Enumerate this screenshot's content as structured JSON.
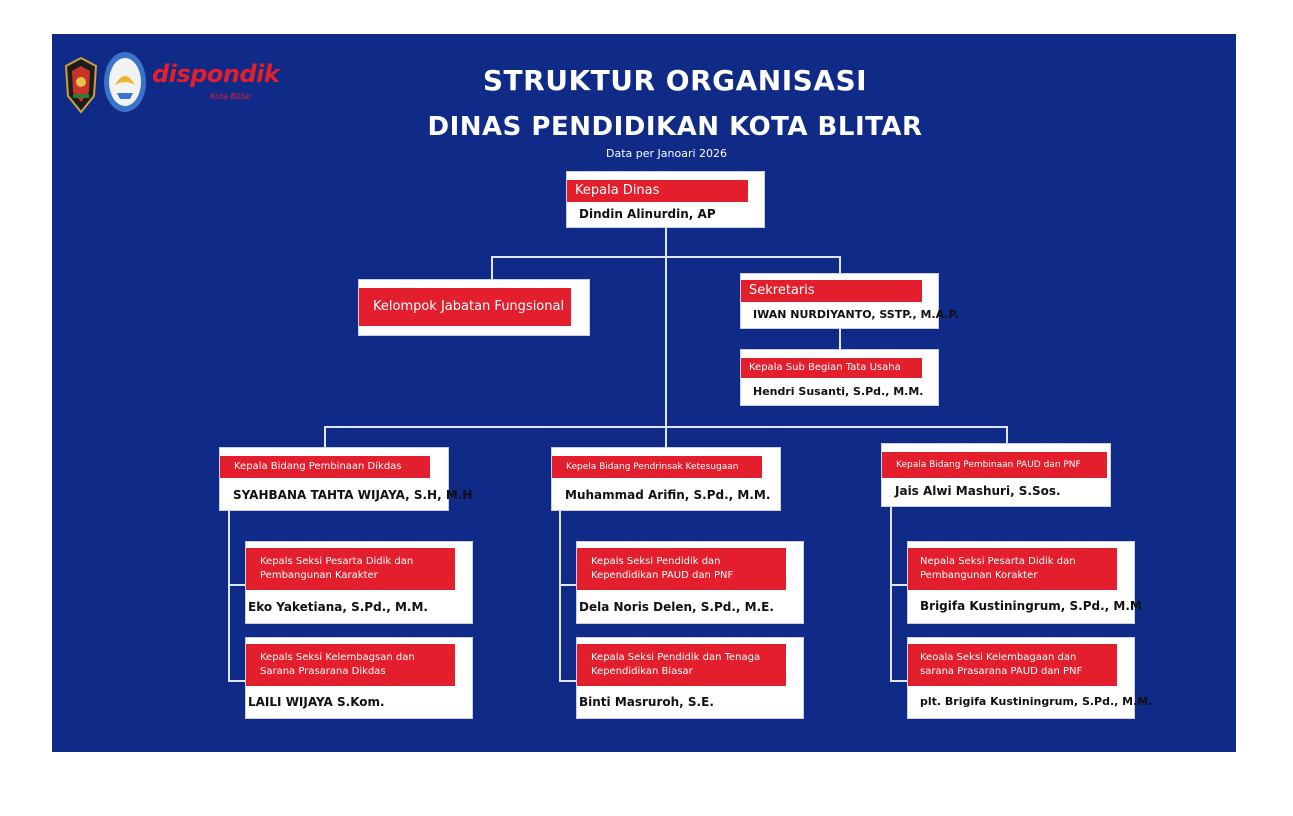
{
  "header": {
    "title_line1": "STRUKTUR ORGANISASI",
    "title_line2": "DINAS PENDIDIKAN KOTA BLITAR",
    "subtitle": "Data per Janoari 2026",
    "brand_name": "dispondik",
    "brand_sub": "Kota Blitar"
  },
  "colors": {
    "background": "#102a88",
    "label_red": "#e31f2d",
    "box_white": "#ffffff"
  },
  "icons": [
    "kota-blitar-seal-icon",
    "tut-wuri-handayani-icon"
  ],
  "org": {
    "kepala_dinas": {
      "title": "Kepala Dinas",
      "name": "Dindin Alinurdin, AP"
    },
    "fungsional": {
      "title": "Kelompok Jabatan Fungsional"
    },
    "sekretaris": {
      "title": "Sekretaris",
      "name": "IWAN NURDIYANTO, SSTP., M.A.P."
    },
    "subbag": {
      "title": "Kepala Sub Begian Tata Usaha",
      "name": "Hendri Susanti, S.Pd., M.M."
    },
    "bidang1": {
      "title": "Kepala Bidang Pembinaan Dikdas",
      "name": "SYAHBANA TAHTA WIJAYA, S.H, M.H"
    },
    "bidang2": {
      "title": "Kepela Bidang Pendrinsak Ketesugaan",
      "name": "Muhammad Arifin, S.Pd., M.M."
    },
    "bidang3": {
      "title": "Kepala Bidang Pembinaan PAUD dan PNF",
      "name": "Jais Alwi Mashuri, S.Sos."
    },
    "seksi1a": {
      "title": "Kepals Seksi Pesarta Didik dan Pembangunan Karakter",
      "name": "Eko Yaketiana, S.Pd., M.M."
    },
    "seksi1b": {
      "title": "Kepals Seksi Kelembagsan dan Sarana Prasarana Dikdas",
      "name": "LAILI WIJAYA S.Kom."
    },
    "seksi2a": {
      "title": "Kepals Seksi Pendidik dan Kependidikan PAUD dan PNF",
      "name": "Dela Noris Delen, S.Pd., M.E."
    },
    "seksi2b": {
      "title": "Kepala Seksi Pendidik dan Tenaga Kependidikan Biasar",
      "name": "Binti Masruroh, S.E."
    },
    "seksi3a": {
      "title": "Nepala Seksi Pesarta Didik dan Pembangunan Korakter",
      "name": "Brigifa Kustiningrum, S.Pd., M.M"
    },
    "seksi3b": {
      "title": "Keoala Seksi Kelembagaan dan sarana Prasarana PAUD dan PNF",
      "name": "plt. Brigifa Kustiningrum, S.Pd., M.M."
    }
  }
}
